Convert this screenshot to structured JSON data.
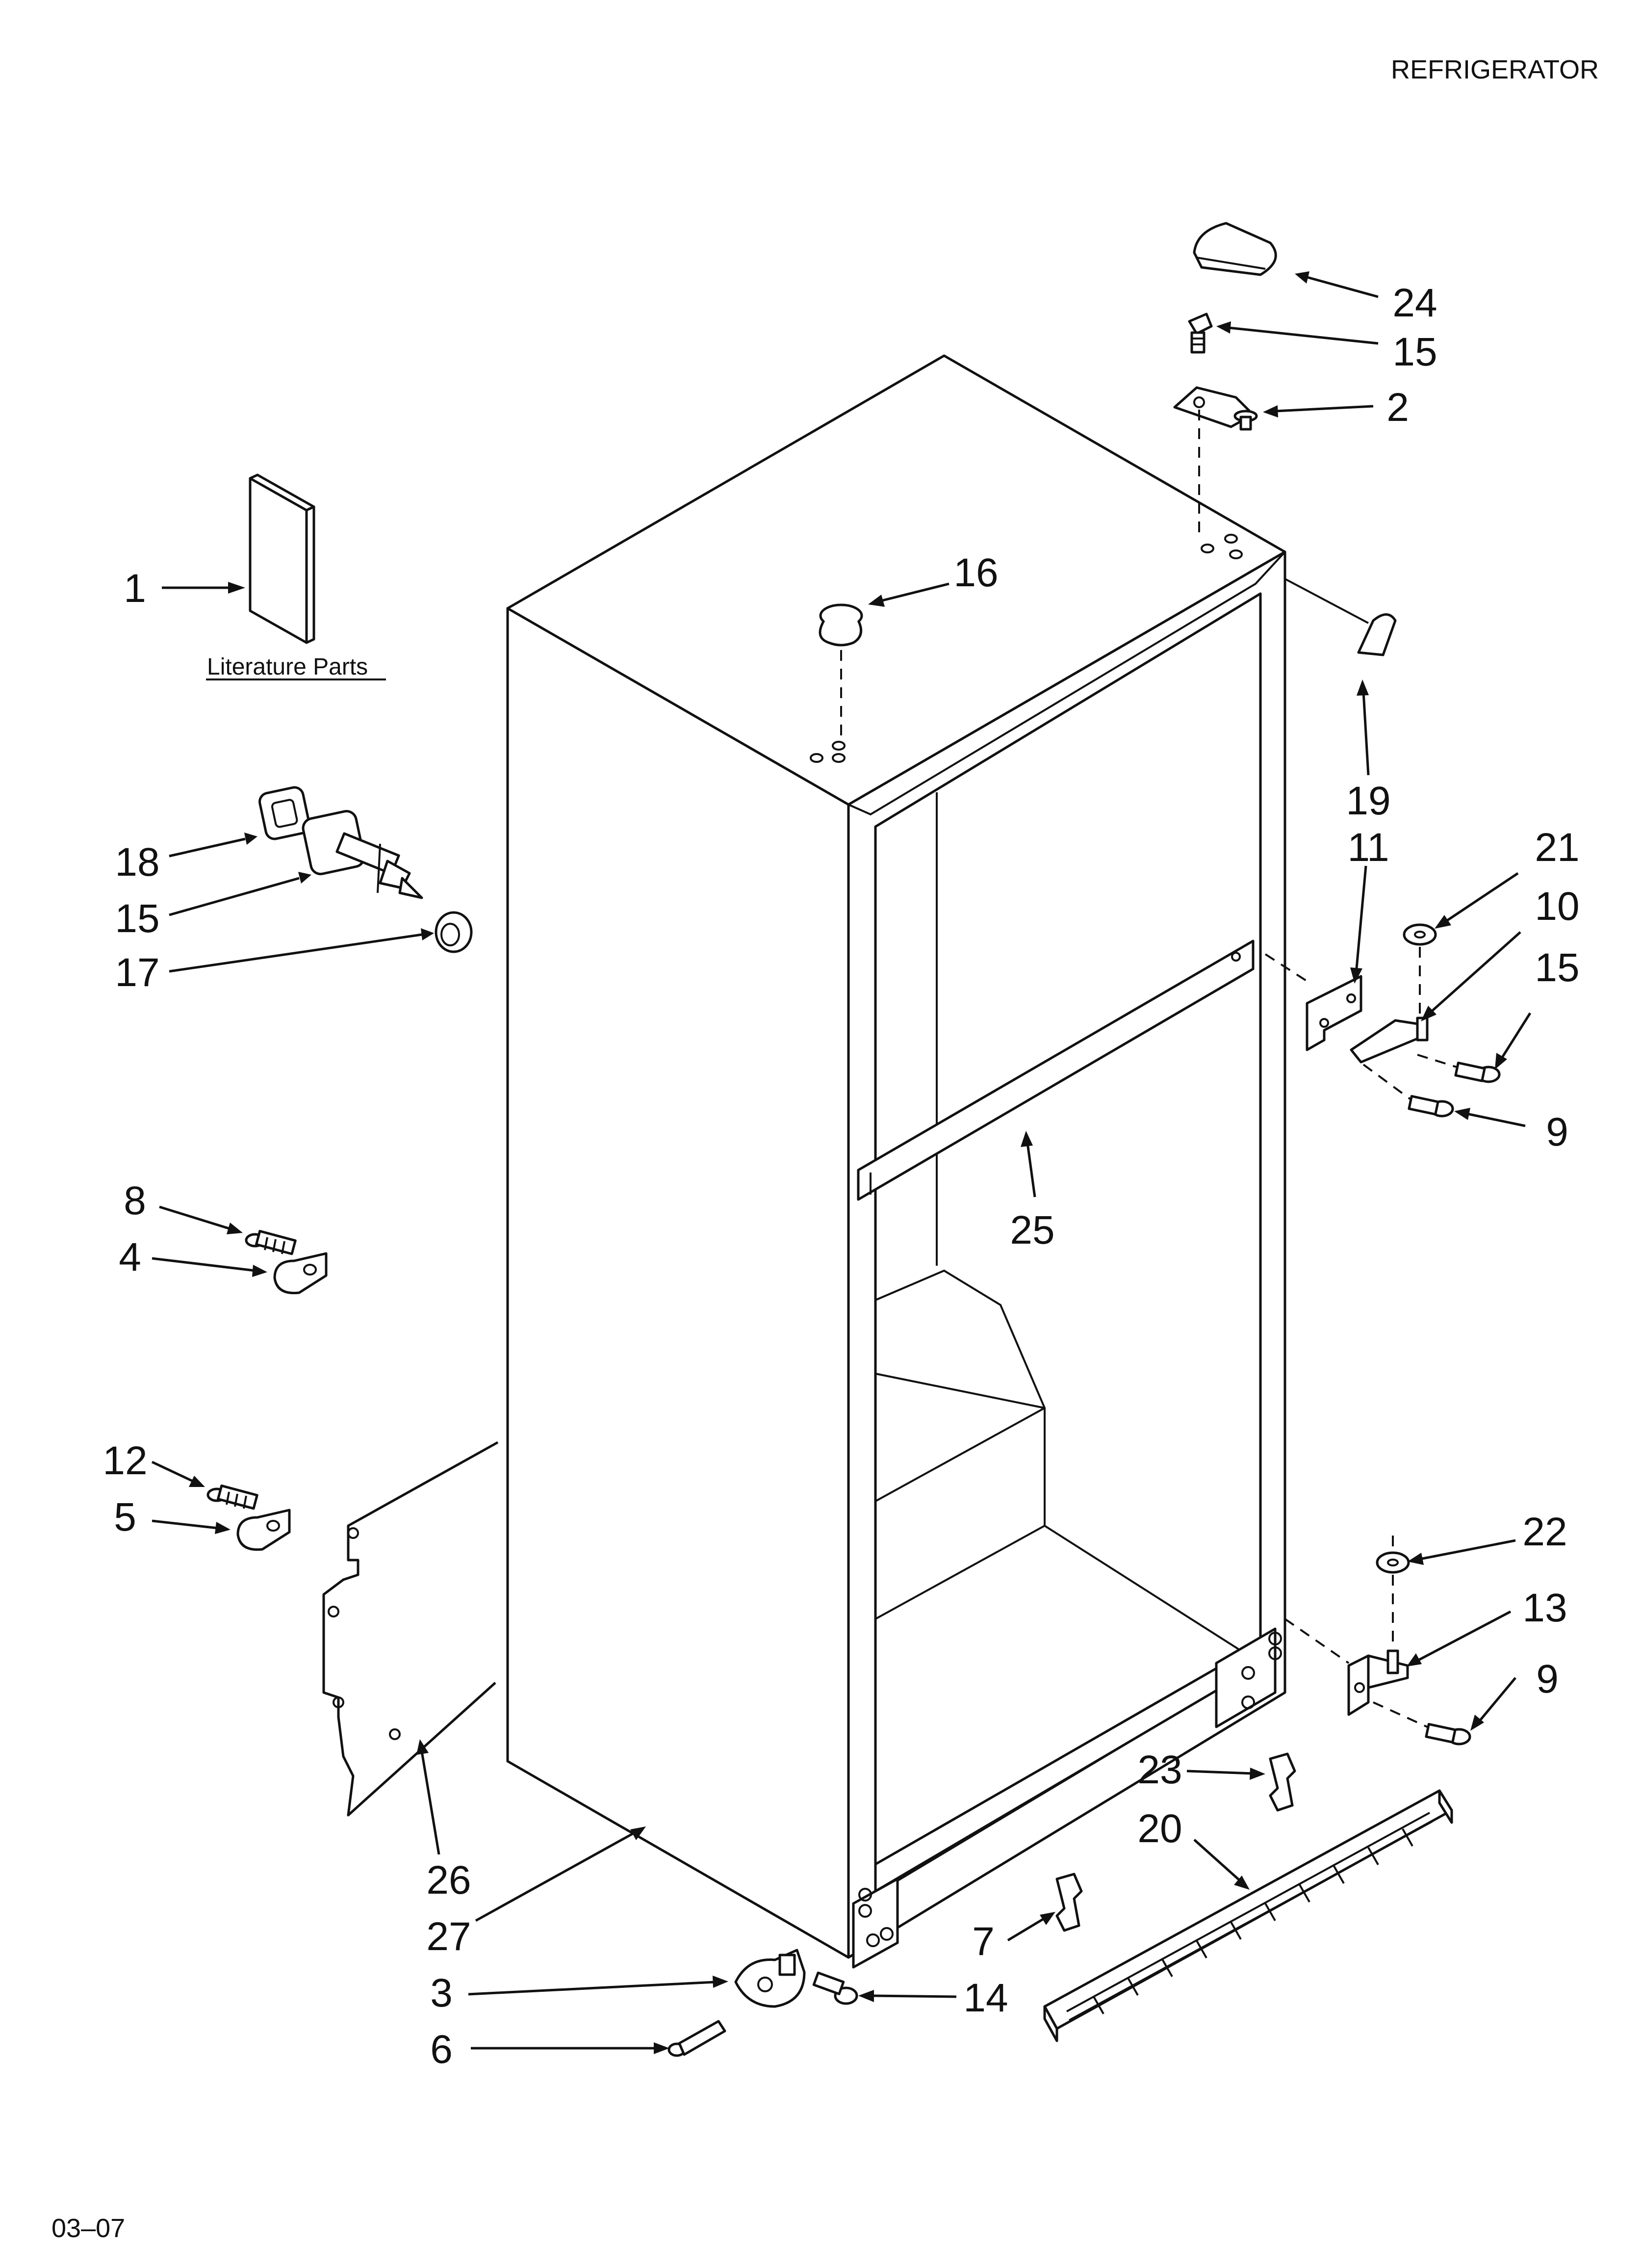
{
  "header": {
    "title": "REFRIGERATOR"
  },
  "footer": {
    "code": "03–07"
  },
  "literature": {
    "caption": "Literature Parts"
  },
  "callouts": [
    {
      "id": "c1",
      "label": "1"
    },
    {
      "id": "c24",
      "label": "24"
    },
    {
      "id": "c15a",
      "label": "15"
    },
    {
      "id": "c2",
      "label": "2"
    },
    {
      "id": "c16",
      "label": "16"
    },
    {
      "id": "c19",
      "label": "19"
    },
    {
      "id": "c11",
      "label": "11"
    },
    {
      "id": "c21",
      "label": "21"
    },
    {
      "id": "c10",
      "label": "10"
    },
    {
      "id": "c15c",
      "label": "15"
    },
    {
      "id": "c9a",
      "label": "9"
    },
    {
      "id": "c18",
      "label": "18"
    },
    {
      "id": "c15b",
      "label": "15"
    },
    {
      "id": "c17",
      "label": "17"
    },
    {
      "id": "c25",
      "label": "25"
    },
    {
      "id": "c8",
      "label": "8"
    },
    {
      "id": "c4",
      "label": "4"
    },
    {
      "id": "c12",
      "label": "12"
    },
    {
      "id": "c5",
      "label": "5"
    },
    {
      "id": "c22",
      "label": "22"
    },
    {
      "id": "c13",
      "label": "13"
    },
    {
      "id": "c9b",
      "label": "9"
    },
    {
      "id": "c23",
      "label": "23"
    },
    {
      "id": "c20",
      "label": "20"
    },
    {
      "id": "c26",
      "label": "26"
    },
    {
      "id": "c27",
      "label": "27"
    },
    {
      "id": "c7",
      "label": "7"
    },
    {
      "id": "c3",
      "label": "3"
    },
    {
      "id": "c14",
      "label": "14"
    },
    {
      "id": "c6",
      "label": "6"
    }
  ]
}
